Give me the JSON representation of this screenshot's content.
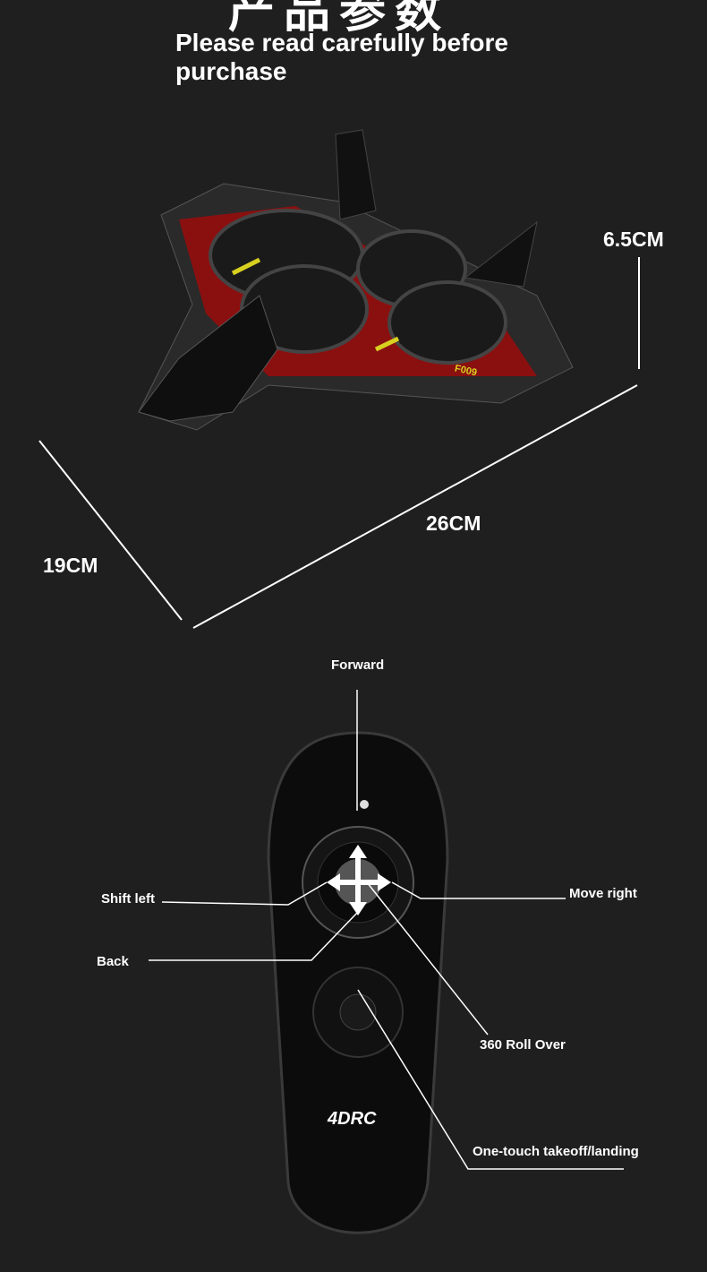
{
  "header": {
    "title_cn": "产品参数",
    "subtitle": "Please read carefully before purchase"
  },
  "dimensions": {
    "height": "6.5CM",
    "length": "26CM",
    "width": "19CM"
  },
  "aircraft": {
    "model_label": "F009"
  },
  "controller": {
    "brand_logo": "4DRC",
    "labels": {
      "forward": "Forward",
      "shift_left": "Shift left",
      "move_right": "Move right",
      "back": "Back",
      "roll": "360 Roll Over",
      "takeoff": "One-touch takeoff/landing"
    }
  },
  "colors": {
    "background": "#1f1f1f",
    "accent_red": "#c01010",
    "stripe_yellow": "#d8d020"
  }
}
